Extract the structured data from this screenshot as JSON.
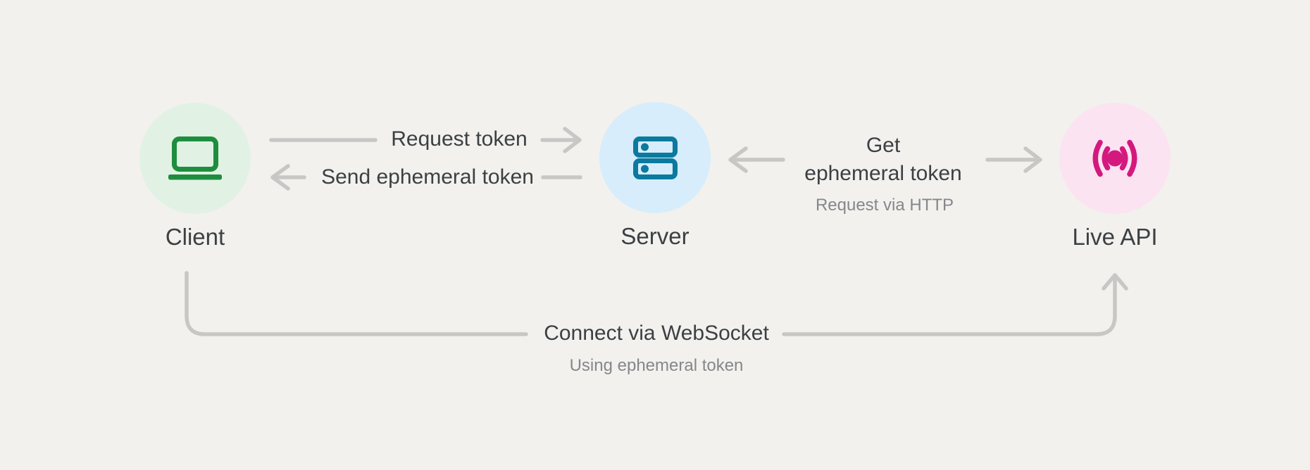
{
  "diagram": {
    "nodes": {
      "client": {
        "label": "Client",
        "icon": "laptop-icon"
      },
      "server": {
        "label": "Server",
        "icon": "server-rack-icon"
      },
      "live_api": {
        "label": "Live API",
        "icon": "broadcast-icon"
      }
    },
    "edges": {
      "request_token": {
        "label": "Request token",
        "from": "client",
        "to": "server"
      },
      "send_ephemeral_token": {
        "label": "Send ephemeral token",
        "from": "server",
        "to": "client"
      },
      "get_ephemeral_token": {
        "line1": "Get",
        "line2": "ephemeral token",
        "sublabel": "Request via HTTP",
        "from": "live_api",
        "to": "server"
      },
      "connect_websocket": {
        "label": "Connect via WebSocket",
        "sublabel": "Using ephemeral token",
        "from": "client",
        "to": "live_api"
      }
    },
    "colors": {
      "background": "#f2f1ee",
      "client_accent": "#1e8e3e",
      "client_circle": "#e1f2e4",
      "server_accent": "#0b7a9e",
      "server_circle": "#d7edfb",
      "live_api_accent": "#d4197e",
      "live_api_circle": "#fce3f1",
      "connector": "#c8c7c5",
      "text_primary": "#3c4043",
      "text_secondary": "#85878a"
    }
  }
}
